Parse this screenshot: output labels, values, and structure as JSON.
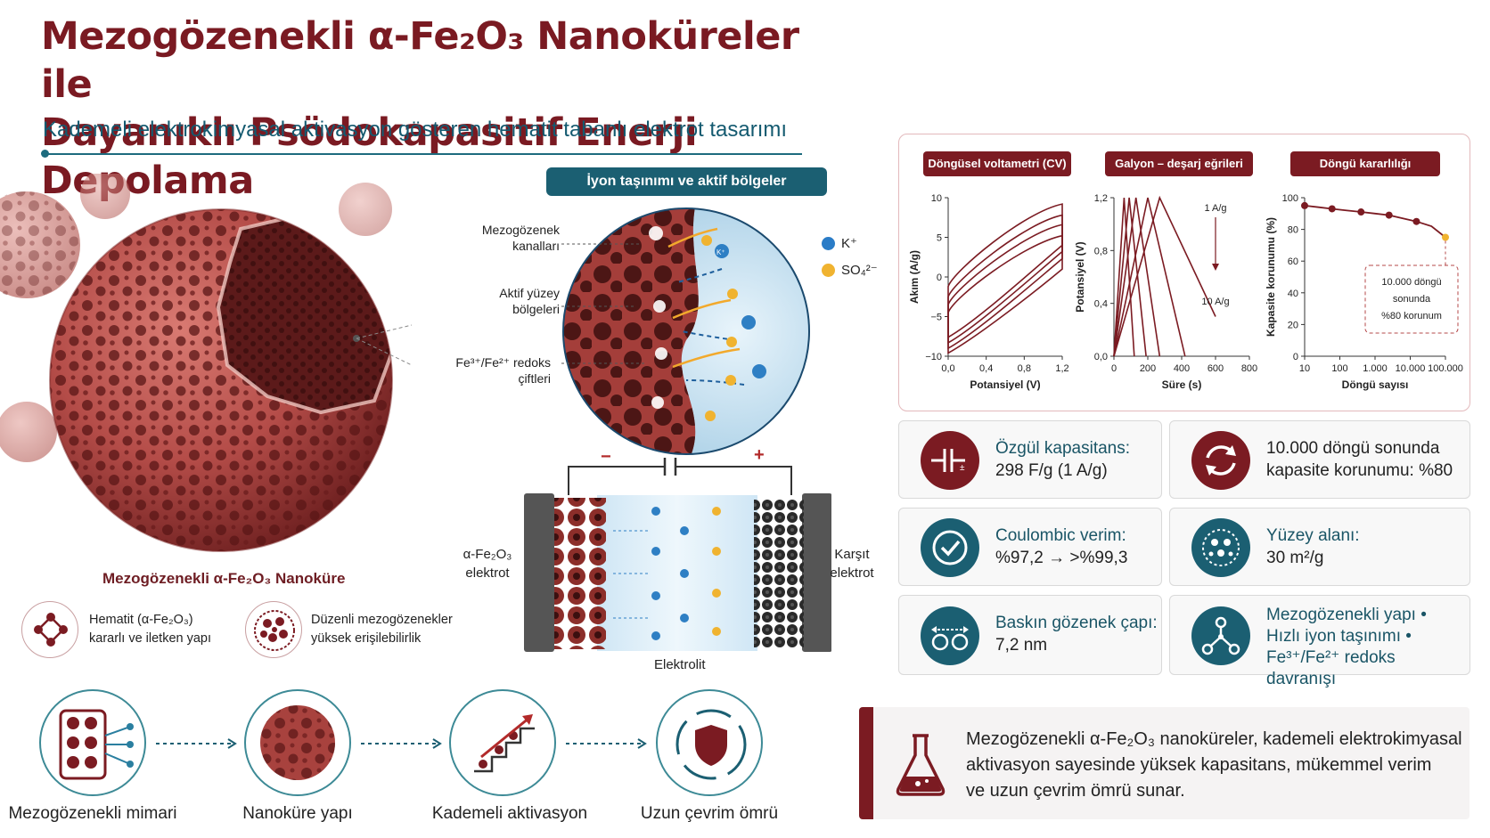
{
  "header": {
    "title_line1": "Mezogözenekli α-Fe₂O₃ Nanoküreler ile",
    "title_line2": "Dayanıklı Psödokapasitif Enerji Depolama",
    "subtitle": "Kademeli elektrokimyasal aktivasyon gösteren hematit tabanlı elektrot tasarımı"
  },
  "sphere": {
    "caption": "Mezogözenekli α-Fe₂O₃ Nanoküre",
    "feature1": "Hematit (α-Fe₂O₃) kararlı ve iletken yapı",
    "feature2": "Düzenli mezogözenekler yüksek erişilebilirlik"
  },
  "ion_panel": {
    "title": "İyon taşınımı ve aktif bölgeler",
    "label_channels": "Mezogözenek kanalları",
    "label_surface": "Aktif yüzey bölgeleri",
    "label_redox": "Fe³⁺/Fe²⁺ redoks çiftleri",
    "legend_k": "K⁺",
    "legend_so4": "SO₄²⁻",
    "ion_mark": "K⁺"
  },
  "cell": {
    "minus": "−",
    "plus": "+",
    "left_electrode": "α-Fe₂O₃ elektrot",
    "right_electrode": "Karşıt elektrot",
    "electrolyte": "Elektrolit"
  },
  "steps": [
    {
      "label": "Mezogözenekli mimari"
    },
    {
      "label": "Nanoküre yapı"
    },
    {
      "label": "Kademeli aktivasyon"
    },
    {
      "label": "Uzun çevrim ömrü"
    }
  ],
  "chart_data": [
    {
      "type": "line",
      "title": "Döngüsel voltametri (CV)",
      "xlabel": "Potansiyel (V)",
      "ylabel": "Akım (A/g)",
      "xlim": [
        0,
        1.2
      ],
      "ylim": [
        -10,
        10
      ],
      "xticks": [
        "0,0",
        "0,4",
        "0,8",
        "1,2"
      ],
      "yticks": [
        "10",
        "5",
        "0",
        "−5",
        "−10"
      ],
      "loops": [
        {
          "upper_start": -4.5,
          "upper_end": 5.2,
          "lower_start": -7.6,
          "lower_end": 4.0
        },
        {
          "upper_start": -3.5,
          "upper_end": 6.6,
          "lower_start": -8.3,
          "lower_end": 3.2
        },
        {
          "upper_start": -2.5,
          "upper_end": 7.8,
          "lower_start": -9.0,
          "lower_end": 2.3
        },
        {
          "upper_start": -1.2,
          "upper_end": 9.2,
          "lower_start": -9.6,
          "lower_end": 1.0
        }
      ]
    },
    {
      "type": "line",
      "title": "Galyon – deşarj eğrileri",
      "xlabel": "Süre (s)",
      "ylabel": "Potansiyel (V)",
      "xlim": [
        0,
        800
      ],
      "ylim": [
        0,
        1.2
      ],
      "xticks": [
        "0",
        "200",
        "400",
        "600",
        "800"
      ],
      "yticks": [
        "1,2",
        "0,8",
        "0,4",
        "0,0"
      ],
      "annotation_top": "1 A/g",
      "annotation_bottom": "10 A/g",
      "series": [
        {
          "points": [
            [
              0,
              0
            ],
            [
              60,
              1.2
            ],
            [
              120,
              0
            ]
          ]
        },
        {
          "points": [
            [
              0,
              0
            ],
            [
              90,
              1.2
            ],
            [
              190,
              0
            ]
          ]
        },
        {
          "points": [
            [
              0,
              0
            ],
            [
              130,
              1.2
            ],
            [
              270,
              0
            ]
          ]
        },
        {
          "points": [
            [
              0,
              0
            ],
            [
              200,
              1.2
            ],
            [
              420,
              0
            ]
          ]
        },
        {
          "points": [
            [
              0,
              0
            ],
            [
              270,
              1.2
            ],
            [
              600,
              0.3
            ]
          ]
        }
      ]
    },
    {
      "type": "line",
      "title": "Döngü kararlılığı",
      "xlabel": "Döngü sayısı",
      "ylabel": "Kapasite korunumu (%)",
      "xscale": "log",
      "xlim": [
        10,
        100000
      ],
      "ylim": [
        0,
        100
      ],
      "xticks": [
        "10",
        "100",
        "1.000",
        "10.000",
        "100.000"
      ],
      "yticks": [
        "100",
        "80",
        "60",
        "40",
        "20",
        "0"
      ],
      "annotation": "10.000 döngü sonunda %80 korunum",
      "x": [
        10,
        25,
        60,
        150,
        400,
        1000,
        2500,
        6000,
        15000,
        40000,
        100000
      ],
      "y": [
        95,
        94,
        93,
        92,
        91,
        90,
        89,
        87,
        85,
        82,
        75
      ]
    }
  ],
  "stats": [
    {
      "line1": "Özgül kapasitans:",
      "line2": "298 F/g (1 A/g)",
      "color": "#7b1b22"
    },
    {
      "line1": "10.000 döngü sonunda",
      "line2": "kapasite korunumu: %80",
      "color": "#7b1b22"
    },
    {
      "line1": "Coulombic verim:",
      "line2": "%97,2 → >%99,3",
      "color": "#1b5f72"
    },
    {
      "line1": "Yüzey alanı:",
      "line2": "30 m²/g",
      "color": "#1b5f72"
    },
    {
      "line1": "Baskın gözenek çapı:",
      "line2": "7,2 nm",
      "color": "#1b5f72"
    },
    {
      "line1": "Mezogözenekli yapı •",
      "line2": "Hızlı iyon taşınımı •",
      "line3": "Fe³⁺/Fe²⁺ redoks davranışı",
      "color": "#1b5f72"
    }
  ],
  "summary": {
    "text_line1": "Mezogözenekli α-Fe₂O₃ nanoküreler, kademeli elektrokimyasal",
    "text_line2": "aktivasyon sayesinde yüksek kapasitans, mükemmel verim",
    "text_line3": "ve uzun çevrim ömrü sunar."
  },
  "colors": {
    "maroon": "#7b1b22",
    "teal": "#1b5f72",
    "rust": "#b5494a"
  }
}
